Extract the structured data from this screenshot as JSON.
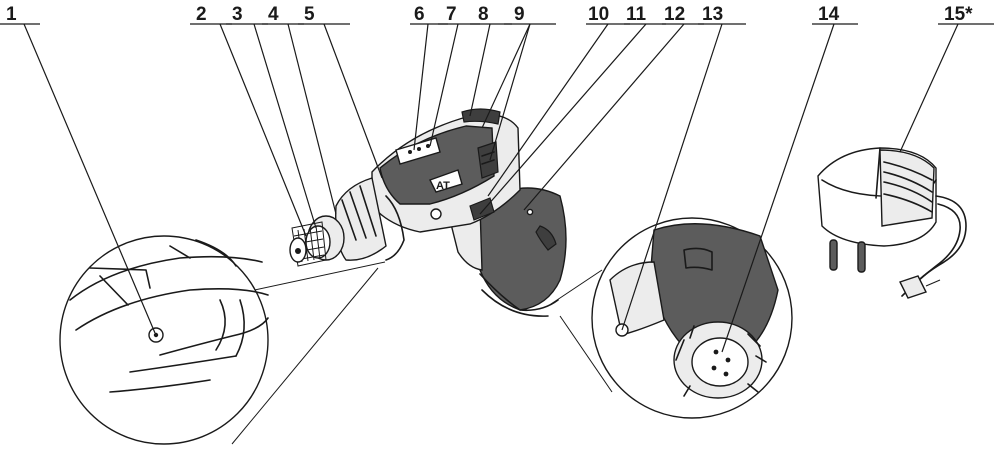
{
  "diagram": {
    "callouts": [
      {
        "id": "1",
        "label": "1"
      },
      {
        "id": "2",
        "label": "2"
      },
      {
        "id": "3",
        "label": "3"
      },
      {
        "id": "4",
        "label": "4"
      },
      {
        "id": "5",
        "label": "5"
      },
      {
        "id": "6",
        "label": "6"
      },
      {
        "id": "7",
        "label": "7"
      },
      {
        "id": "8",
        "label": "8"
      },
      {
        "id": "9",
        "label": "9"
      },
      {
        "id": "10",
        "label": "10"
      },
      {
        "id": "11",
        "label": "11"
      },
      {
        "id": "12",
        "label": "12"
      },
      {
        "id": "13",
        "label": "13"
      },
      {
        "id": "14",
        "label": "14"
      },
      {
        "id": "15",
        "label": "15*"
      }
    ],
    "colors": {
      "ink": "#1a1a1a",
      "body_dark": "#5c5c5c",
      "body_darker": "#3e3e3e",
      "body_light": "#ececec",
      "background": "#ffffff"
    }
  }
}
